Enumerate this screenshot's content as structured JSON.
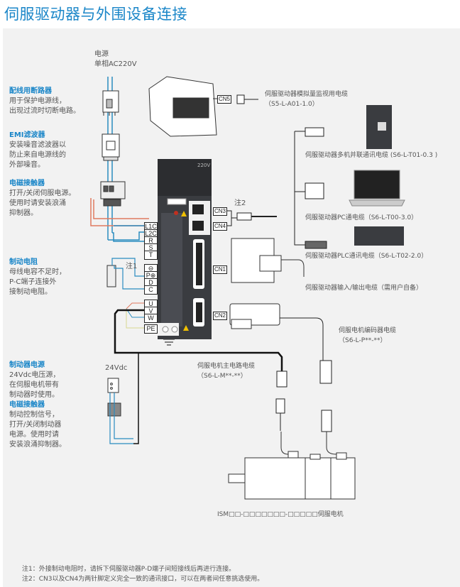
{
  "title": "伺服驱动器与外围设备连接",
  "power": {
    "line1": "电源",
    "line2": "单相AC220V"
  },
  "left_notes": [
    {
      "heading": "配线用断路器",
      "lines": [
        "用于保护电源线，",
        "出现过流时切断电路。"
      ]
    },
    {
      "heading": "EMI滤波器",
      "lines": [
        "安装噪音滤波器以",
        "防止来自电源线的",
        "外部噪音。"
      ]
    },
    {
      "heading": "电磁接触器",
      "lines": [
        "打开/关闭伺服电源。",
        "使用时请安装浪涌",
        "抑制器。"
      ]
    },
    {
      "heading": "制动电阻",
      "lines": [
        "母线电容不足时，",
        "P-C端子连接外",
        "接制动电阻。"
      ]
    },
    {
      "heading": "制动器电源",
      "lines": [
        "24Vdc电压源，",
        "在伺服电机带有",
        "制动器时使用。"
      ]
    },
    {
      "heading": "电磁接触器",
      "lines": [
        "制动控制信号，",
        "打开/关闭制动器",
        "电源。使用时请",
        "安装浪涌抑制器。"
      ]
    }
  ],
  "terminals": [
    "L1C",
    "L2C",
    "R",
    "S",
    "T",
    "⊖",
    "P⊕",
    "D",
    "C",
    "U",
    "V",
    "W",
    "PE"
  ],
  "connectors": [
    "CN5",
    "CN3",
    "CN4",
    "CN1",
    "CN2"
  ],
  "drive_label": "220V",
  "note1_marker": "注1",
  "note2_marker": "注2",
  "dc_label": "24Vdc",
  "cables": {
    "analog_monitor": {
      "name": "伺服驱动器模拟量监视用电缆",
      "model": "（S5-L-A01-1.0）"
    },
    "multi_parallel": {
      "name": "伺服驱动器多机并联通讯电缆 (S6-L-T01-0.3 )"
    },
    "pc": {
      "name": "伺服驱动器PC通电缆（S6-L-T00-3.0）"
    },
    "plc": {
      "name": "伺服驱动器PLC通讯电缆（S6-L-T02-2.0）"
    },
    "io": {
      "name": "伺服驱动器输入/输出电缆（需用户自备）"
    },
    "encoder": {
      "name": "伺服电机编码器电缆",
      "model": "（S6-L-P**-**）"
    },
    "main_circuit": {
      "name": "伺服电机主电路电缆",
      "model": "（S6-L-M**-**）"
    }
  },
  "motor_label": "ISM□□-□□□□□□□-□□□□□伺服电机",
  "footnotes": [
    "注1：外接制动电阻时，请拆下伺服驱动器P-D端子间短接线后再进行连接。",
    "注2：CN3以及CN4为两针脚定义完全一致的通讯接口，可以在两者间任意挑选使用。"
  ],
  "colors": {
    "accent": "#1a86c8",
    "panel": "#f2f2f2",
    "wire_blue": "#2a8cc0",
    "wire_red": "#e07a60",
    "wire_yellow": "#d8d890",
    "drive_body": "#3a3c40"
  }
}
